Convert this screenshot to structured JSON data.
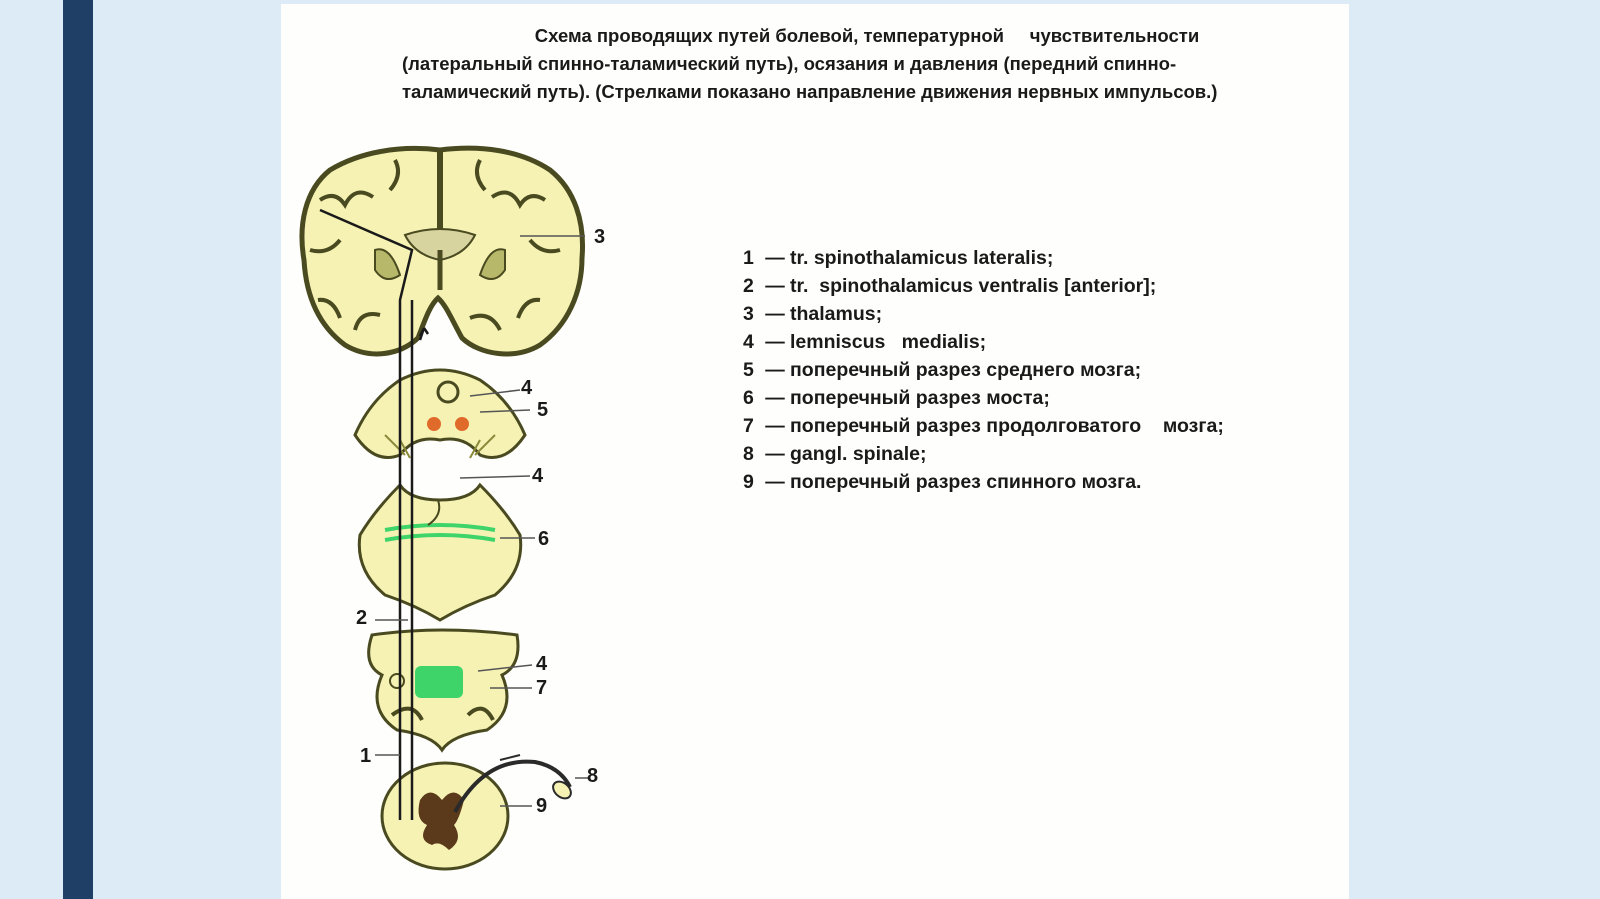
{
  "slide": {
    "accent_color": "#1f3f66",
    "background_color": "#dcebf6",
    "panel_color": "#fefefc"
  },
  "caption": {
    "lines": [
      "Схема проводящих путей болевой, температурной     чувствительности",
      "(латеральный спинно-таламический путь), осязания и давления (передний спинно-",
      "таламический путь). (Стрелками показано направление движения нервных импульсов.)"
    ]
  },
  "diagram": {
    "structures": [
      "brain-coronal-section",
      "midbrain-section",
      "pons-section",
      "medulla-section",
      "spinal-cord-section",
      "spinal-ganglion"
    ],
    "callouts": [
      "3",
      "4",
      "5",
      "4",
      "6",
      "2",
      "4",
      "7",
      "1",
      "8",
      "9"
    ],
    "colors": {
      "white_matter": "#f5f2b4",
      "gray_matter": "#8a8a3a",
      "cortex_outline": "#4a4a20",
      "pathway_green": "#3fd46a",
      "nucleus_orange": "#e06a2a",
      "spinal_gray": "#5a3a1a"
    }
  },
  "legend": {
    "dash": "—",
    "items": [
      {
        "num": "1",
        "text": "tr. spinothalamicus lateralis;"
      },
      {
        "num": "2",
        "text": "tr.  spinothalamicus ventralis [anterior];"
      },
      {
        "num": "3",
        "text": "thalamus;"
      },
      {
        "num": "4",
        "text": "lemniscus   medialis;"
      },
      {
        "num": "5",
        "text": "поперечный разрез среднего мозга;"
      },
      {
        "num": "6",
        "text": "поперечный разрез моста;"
      },
      {
        "num": "7",
        "text": "поперечный разрез продолговатого    мозга;"
      },
      {
        "num": "8",
        "text": "gangl. spinale;"
      },
      {
        "num": "9",
        "text": "поперечный разрез спинного мозга."
      }
    ]
  }
}
